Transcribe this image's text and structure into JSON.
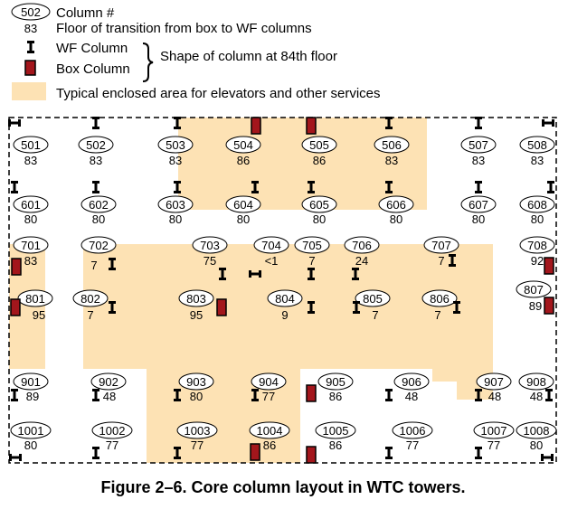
{
  "legend": {
    "column_id_sample": "502",
    "column_id_label": "Column #",
    "floor_sample": "83",
    "floor_label": "Floor of transition from box to WF columns",
    "wf_label": "WF Column",
    "box_label": "Box Column",
    "shape_label": "Shape of column at 84th floor",
    "area_label": "Typical enclosed area for elevators and other services"
  },
  "colors": {
    "service_area": "#fde2b4",
    "box_column": "#a3161c",
    "wf_column": "#000000"
  },
  "caption": "Figure 2–6.  Core column layout in WTC towers.",
  "columns": [
    {
      "id": "501",
      "floor": "83",
      "shape": "wf-h"
    },
    {
      "id": "502",
      "floor": "83",
      "shape": "wf"
    },
    {
      "id": "503",
      "floor": "83",
      "shape": "wf"
    },
    {
      "id": "504",
      "floor": "86",
      "shape": "box"
    },
    {
      "id": "505",
      "floor": "86",
      "shape": "box"
    },
    {
      "id": "506",
      "floor": "83",
      "shape": "wf"
    },
    {
      "id": "507",
      "floor": "83",
      "shape": "wf"
    },
    {
      "id": "508",
      "floor": "83",
      "shape": "wf-h"
    },
    {
      "id": "601",
      "floor": "80",
      "shape": "wf"
    },
    {
      "id": "602",
      "floor": "80",
      "shape": "wf"
    },
    {
      "id": "603",
      "floor": "80",
      "shape": "wf"
    },
    {
      "id": "604",
      "floor": "80",
      "shape": "wf"
    },
    {
      "id": "605",
      "floor": "80",
      "shape": "wf"
    },
    {
      "id": "606",
      "floor": "80",
      "shape": "wf"
    },
    {
      "id": "607",
      "floor": "80",
      "shape": "wf"
    },
    {
      "id": "608",
      "floor": "80",
      "shape": "wf"
    },
    {
      "id": "701",
      "floor": "83",
      "shape": "box"
    },
    {
      "id": "702",
      "floor": "7",
      "shape": "wf"
    },
    {
      "id": "703",
      "floor": "75",
      "shape": "wf"
    },
    {
      "id": "704",
      "floor": "<1",
      "shape": "wf-h"
    },
    {
      "id": "705",
      "floor": "7",
      "shape": "wf"
    },
    {
      "id": "706",
      "floor": "24",
      "shape": "wf"
    },
    {
      "id": "707",
      "floor": "7",
      "shape": "wf"
    },
    {
      "id": "708",
      "floor": "92",
      "shape": "box"
    },
    {
      "id": "801",
      "floor": "95",
      "shape": "box"
    },
    {
      "id": "802",
      "floor": "7",
      "shape": "wf"
    },
    {
      "id": "803",
      "floor": "95",
      "shape": "box"
    },
    {
      "id": "804",
      "floor": "9",
      "shape": "wf"
    },
    {
      "id": "805",
      "floor": "7",
      "shape": "wf"
    },
    {
      "id": "806",
      "floor": "7",
      "shape": "wf"
    },
    {
      "id": "807",
      "floor": "89",
      "shape": "box"
    },
    {
      "id": "901",
      "floor": "89",
      "shape": "wf"
    },
    {
      "id": "902",
      "floor": "48",
      "shape": "wf"
    },
    {
      "id": "903",
      "floor": "80",
      "shape": "wf"
    },
    {
      "id": "904",
      "floor": "77",
      "shape": "wf"
    },
    {
      "id": "905",
      "floor": "86",
      "shape": "box"
    },
    {
      "id": "906",
      "floor": "48",
      "shape": "wf"
    },
    {
      "id": "907",
      "floor": "48",
      "shape": "wf"
    },
    {
      "id": "908",
      "floor": "48",
      "shape": "wf"
    },
    {
      "id": "1001",
      "floor": "80",
      "shape": "wf-h"
    },
    {
      "id": "1002",
      "floor": "77",
      "shape": "wf"
    },
    {
      "id": "1003",
      "floor": "77",
      "shape": "wf"
    },
    {
      "id": "1004",
      "floor": "86",
      "shape": "box"
    },
    {
      "id": "1005",
      "floor": "86",
      "shape": "box"
    },
    {
      "id": "1006",
      "floor": "77",
      "shape": "wf"
    },
    {
      "id": "1007",
      "floor": "77",
      "shape": "wf"
    },
    {
      "id": "1008",
      "floor": "80",
      "shape": "wf-h"
    }
  ]
}
